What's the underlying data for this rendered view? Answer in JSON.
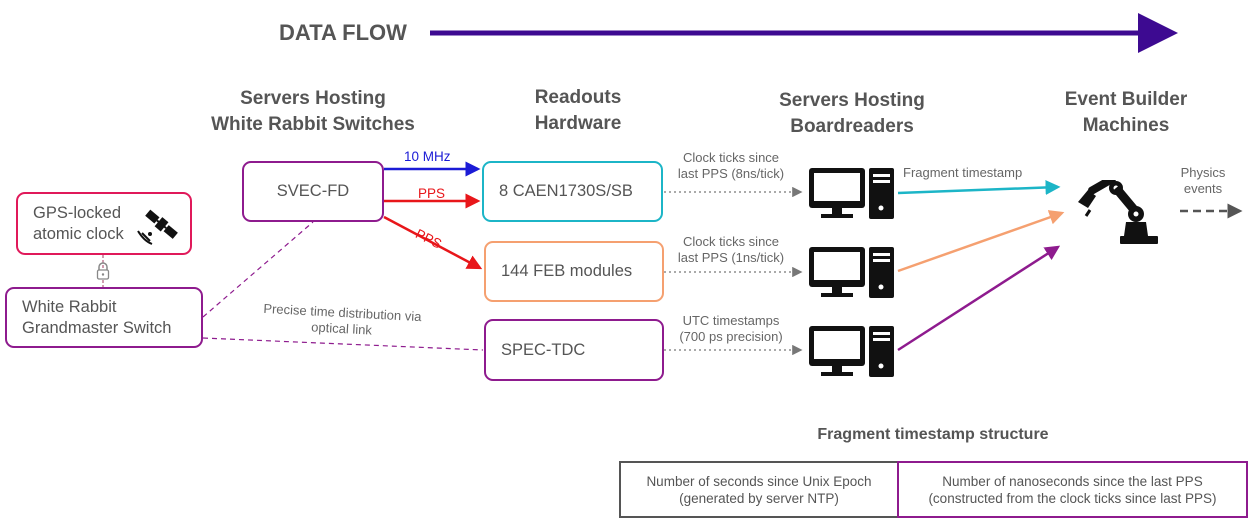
{
  "header": {
    "title": "DATA FLOW"
  },
  "columns": {
    "switches": [
      "Servers Hosting",
      "White Rabbit Switches"
    ],
    "readouts": [
      "Readouts",
      "Hardware"
    ],
    "boardreaders": [
      "Servers Hosting",
      "Boardreaders"
    ],
    "eventbuilder": [
      "Event Builder",
      "Machines"
    ]
  },
  "nodes": {
    "gps": [
      "GPS-locked",
      "atomic clock"
    ],
    "grandmaster": [
      "White Rabbit",
      "Grandmaster Switch"
    ],
    "svec": "SVEC-FD",
    "caen": "8 CAEN1730S/SB",
    "feb": "144 FEB modules",
    "spec": "SPEC-TDC"
  },
  "edge_labels": {
    "mhz": "10 MHz",
    "pps1": "PPS",
    "pps2": "PPS",
    "optical": [
      "Precise time distribution via",
      "optical link"
    ],
    "caen_ticks": [
      "Clock ticks since",
      "last PPS (8ns/tick)"
    ],
    "feb_ticks": [
      "Clock ticks since",
      "last PPS (1ns/tick)"
    ],
    "utc": [
      "UTC timestamps",
      "(700 ps precision)"
    ],
    "fragment": "Fragment timestamp",
    "physics": [
      "Physics",
      "events"
    ]
  },
  "timestamp": {
    "title": "Fragment timestamp structure",
    "left": [
      "Number of seconds since Unix Epoch",
      "(generated by server NTP)"
    ],
    "right": [
      "Number of nanoseconds since the last PPS",
      "(constructed from the clock ticks since last PPS)"
    ]
  },
  "colors": {
    "dataflow": "#3d0a91",
    "gps_border": "#e0195a",
    "purple": "#8e1b8e",
    "teal": "#1cb5c7",
    "orange": "#f5a070",
    "blue": "#1b1bd6",
    "red": "#e8161a"
  },
  "icons": [
    "satellite-icon",
    "lock-icon",
    "computer-icon",
    "robot-arm-icon"
  ]
}
